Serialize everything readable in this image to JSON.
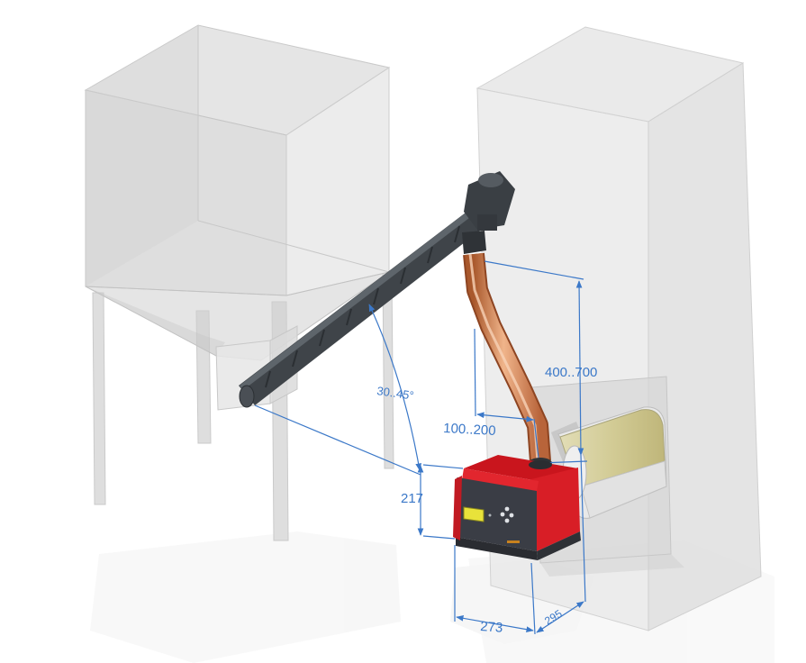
{
  "dimensions": {
    "auger_angle": "30..45°",
    "pipe_height": "400..700",
    "pipe_offset": "100..200",
    "burner_height": "217",
    "burner_width": "273",
    "burner_depth": "295"
  },
  "colors": {
    "dimension": "#3b78c8",
    "burner_body": "#d81e26",
    "burner_front": "#3a3d45",
    "display": "#e8e23a",
    "auger": "#3f4449",
    "flex_pipe": "#d4895c",
    "boiler_ghost": "#e8e8e8",
    "hopper_ghost": "#d9d9d9",
    "boiler_door": "#d8d3a8"
  }
}
